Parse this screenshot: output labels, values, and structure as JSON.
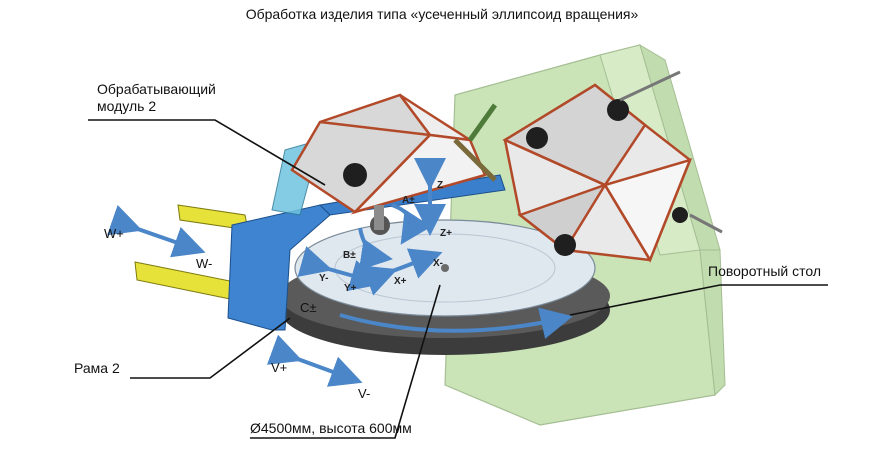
{
  "title": "Обработка изделия типа «усеченный эллипсоид вращения»",
  "callouts": {
    "module": [
      "Обрабатывающий",
      "модуль 2"
    ],
    "table": "Поворотный стол",
    "frame": "Рама 2",
    "size": "Ø4500мм, высота 600мм"
  },
  "motions": {
    "w_plus": "W+",
    "w_minus": "W-",
    "v_plus": "V+",
    "v_minus": "V-",
    "c": "C±"
  },
  "axes": {
    "z": "Z",
    "a": "A±",
    "z_plus": "Z+",
    "b": "B±",
    "x_minus": "X-",
    "y_minus": "Y-",
    "y_plus": "Y+",
    "x_plus": "X+"
  }
}
